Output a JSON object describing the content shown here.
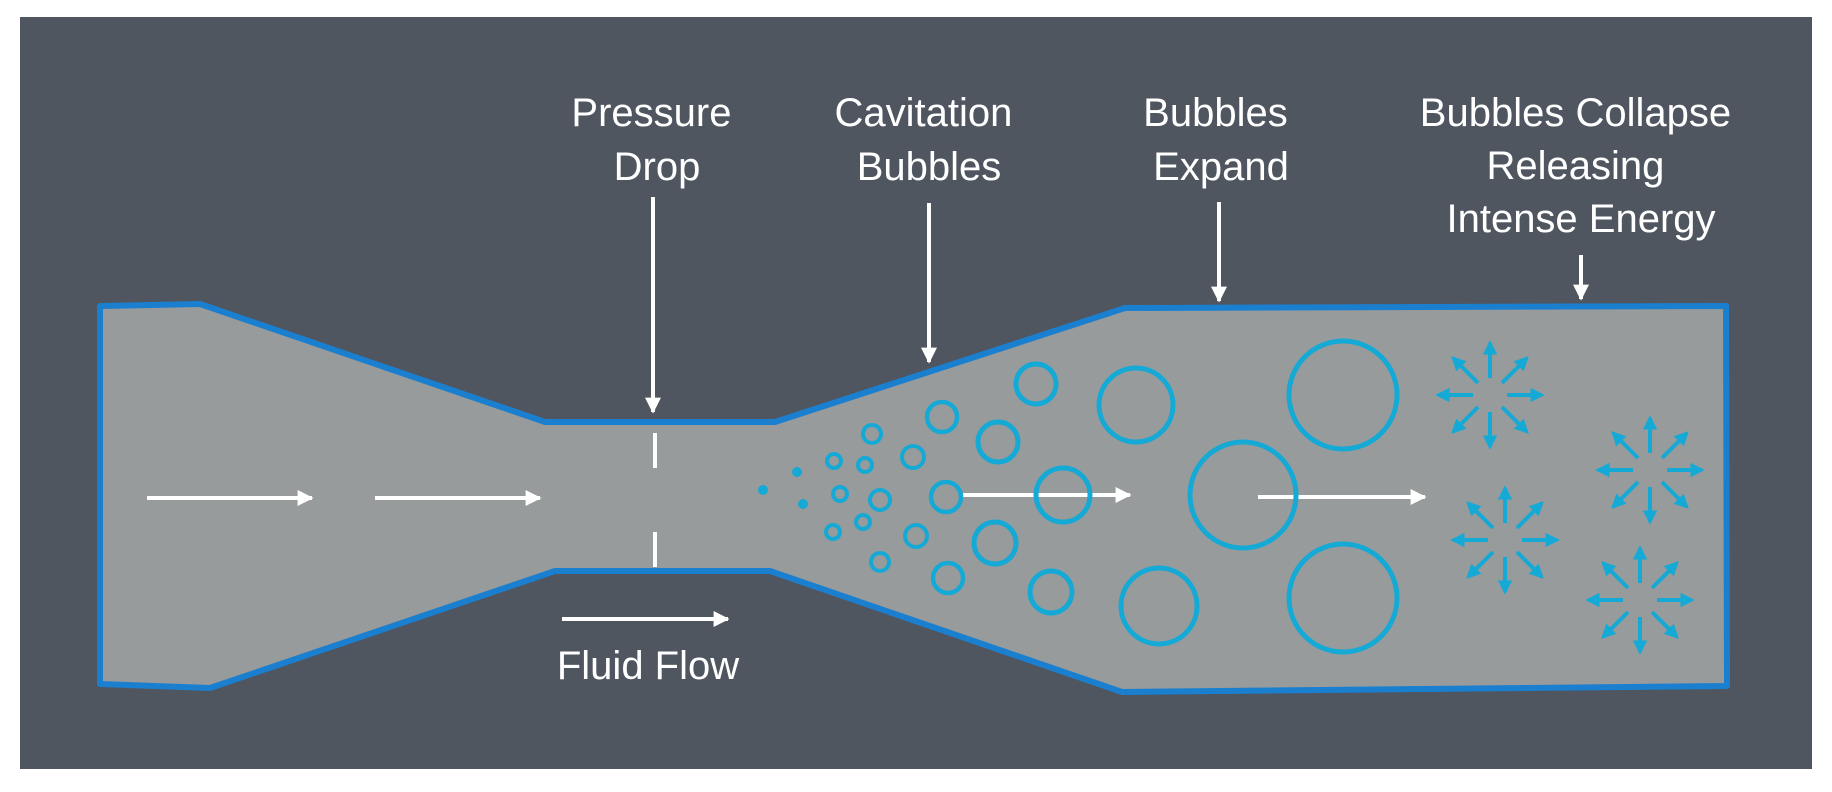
{
  "labels": {
    "pressure_drop": [
      "Pressure",
      "Drop"
    ],
    "cavitation_bubbles": [
      "Cavitation",
      "Bubbles"
    ],
    "bubbles_expand": [
      "Bubbles",
      "Expand"
    ],
    "bubbles_collapse": [
      "Bubbles Collapse",
      "Releasing",
      "Intense Energy"
    ],
    "fluid_flow": "Fluid Flow"
  },
  "colors": {
    "background": "#4f5660",
    "pipe_fill": "#989b9b",
    "pipe_outline": "#1b7fd0",
    "bubble": "#15a9d6",
    "text_and_arrows": "#ffffff"
  }
}
